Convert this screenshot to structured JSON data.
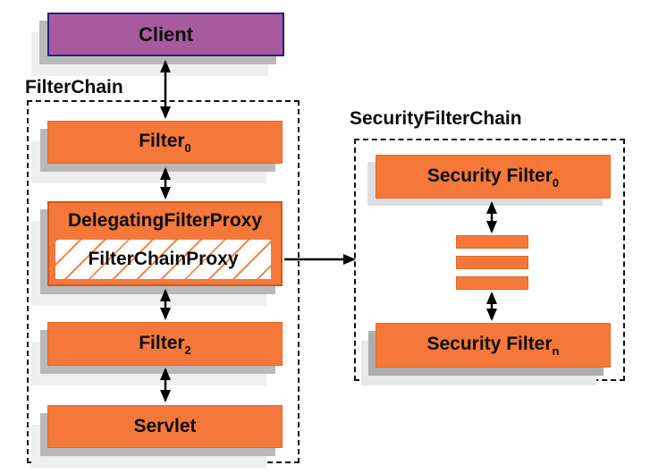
{
  "client": {
    "label": "Client"
  },
  "filter_chain": {
    "title": "FilterChain",
    "filter0": {
      "base": "Filter",
      "sub": "0"
    },
    "delegating_filter_proxy": {
      "label": "DelegatingFilterProxy"
    },
    "filter_chain_proxy": {
      "label": "FilterChainProxy"
    },
    "filter2": {
      "base": "Filter",
      "sub": "2"
    },
    "servlet": {
      "label": "Servlet"
    }
  },
  "security_filter_chain": {
    "title": "SecurityFilterChain",
    "security_filter0": {
      "base": "Security Filter",
      "sub": "0"
    },
    "security_filtern": {
      "base": "Security Filter",
      "sub": "n"
    }
  },
  "colors": {
    "orange": "#f5783a",
    "orange_border": "#de6b28",
    "orange_dark": "#d0571c",
    "hatch": "#f08a4e",
    "purple": "#a85a9f",
    "navy": "#22227a",
    "shadow": "#b9b9b9",
    "shadow2": "#efefef",
    "arrow": "#000000"
  }
}
